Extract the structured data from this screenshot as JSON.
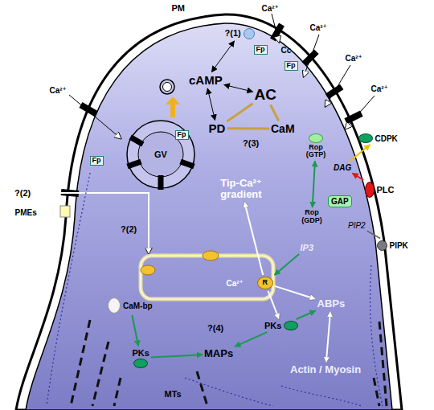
{
  "diagram": {
    "nodes": [
      {
        "text": [
          "?(1)"
        ]
      },
      {
        "text": [
          "Fp"
        ]
      },
      {
        "text": [
          "Fp"
        ]
      },
      {
        "text": [
          "Fp"
        ]
      },
      {
        "text": [
          "GV"
        ]
      },
      {
        "text": [
          "Fp"
        ],
        "in": 4
      },
      {
        "text": [
          "cAMP"
        ]
      },
      {
        "text": [
          "AC"
        ]
      },
      {
        "text": [
          "PD"
        ]
      },
      {
        "text": [
          "CaM"
        ]
      },
      {
        "text": [
          "CDPK"
        ]
      },
      {
        "text": [
          "Rop (GTP)"
        ]
      },
      {
        "text": [
          "DAG"
        ]
      },
      {
        "text": [
          "PLC"
        ]
      },
      {
        "text": [
          "GAP"
        ]
      },
      {
        "text": [
          "PIP2"
        ]
      },
      {
        "text": [
          "Rop (GDP)"
        ]
      },
      {
        "text": [
          "PIPK"
        ]
      },
      {
        "text": [
          "Tip-Ca²⁺ gradient"
        ]
      },
      {
        "text": [
          "IP3"
        ]
      },
      {
        "text": [
          "R"
        ]
      },
      {
        "text": [
          "CaM-bp"
        ]
      },
      {
        "text": [
          "PKs"
        ]
      },
      {
        "text": [
          "ABPs"
        ]
      },
      {
        "text": [
          "MAPs"
        ]
      },
      {
        "text": [
          "PKs"
        ]
      },
      {
        "text": [
          "Actin / Myosin"
        ]
      }
    ],
    "edges": [
      {
        "from": 0,
        "to": 6,
        "arrow": "both"
      },
      {
        "from": 6,
        "to": 7,
        "arrow": "both"
      },
      {
        "from": 6,
        "to": 8,
        "arrow": "both"
      },
      {
        "from": 7,
        "to": 8,
        "arrow": "none"
      },
      {
        "from": 7,
        "to": 9,
        "arrow": "none"
      },
      {
        "from": 8,
        "to": 9,
        "arrow": "none"
      },
      {
        "from": 11,
        "to": 16,
        "arrow": "both"
      },
      {
        "from": 13,
        "to": 12,
        "arrow": "to"
      },
      {
        "from": 12,
        "to": 10,
        "arrow": "to"
      },
      {
        "from": 17,
        "to": 15,
        "arrow": "none"
      },
      {
        "from": 19,
        "to": 20,
        "arrow": "to"
      },
      {
        "from": 20,
        "to": 18,
        "arrow": "to"
      },
      {
        "from": 20,
        "to": 22,
        "arrow": "to"
      },
      {
        "from": 20,
        "to": 23,
        "arrow": "to"
      },
      {
        "from": 22,
        "to": 23,
        "arrow": "to"
      },
      {
        "from": 23,
        "to": 26,
        "arrow": "both"
      },
      {
        "from": 21,
        "to": 25,
        "arrow": "to"
      },
      {
        "from": 25,
        "to": 24,
        "arrow": "to"
      },
      {
        "from": 22,
        "to": 24,
        "arrow": "to"
      }
    ],
    "labels": [
      "PM",
      "Ca²⁺",
      "Ca²⁺",
      "Ca²⁺",
      "Ca²⁺",
      "Ca²⁺",
      "Cc",
      "?(2)",
      "PMEs",
      "?(2)",
      "?(3)",
      "Ca²⁺",
      "?(4)",
      "MTs"
    ]
  }
}
